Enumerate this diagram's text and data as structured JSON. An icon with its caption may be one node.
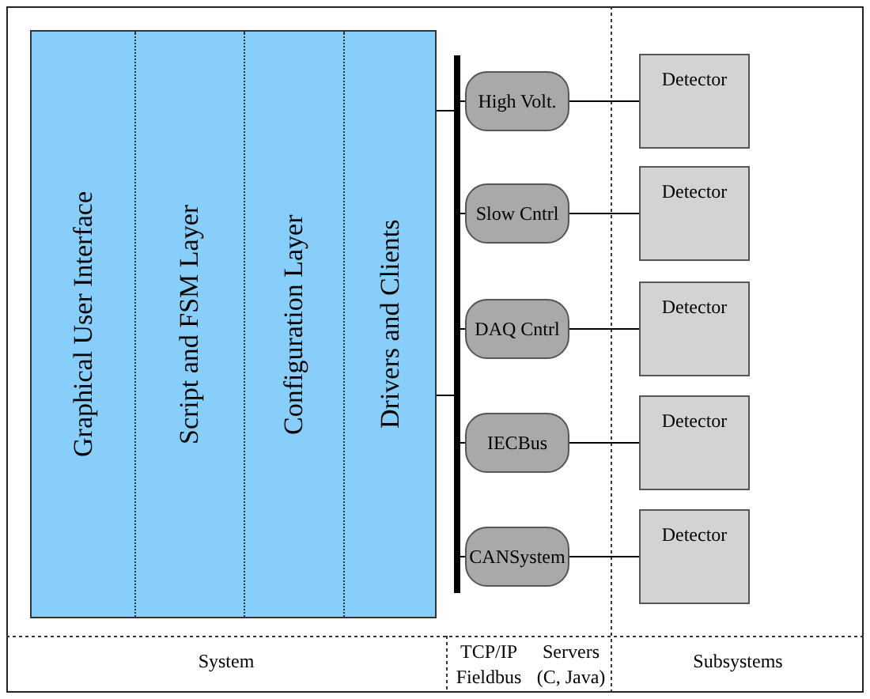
{
  "diagram": {
    "nodes": [
      {
        "text": [],
        "shape": "box"
      },
      {
        "text": [
          "Graphical User Interface"
        ],
        "in": 0
      },
      {
        "text": [
          "Script and FSM Layer"
        ],
        "in": 0
      },
      {
        "text": [
          "Configuration Layer"
        ],
        "in": 0
      },
      {
        "text": [
          "Drivers and Clients"
        ],
        "in": 0
      },
      {
        "text": [],
        "shape": "bar"
      },
      {
        "text": [
          "High Volt."
        ]
      },
      {
        "text": [
          "Slow Cntrl"
        ]
      },
      {
        "text": [
          "DAQ Cntrl"
        ]
      },
      {
        "text": [
          "IECBus"
        ]
      },
      {
        "text": [
          "CANSystem"
        ]
      },
      {
        "text": [
          "Detector"
        ]
      },
      {
        "text": [
          "Detector"
        ]
      },
      {
        "text": [
          "Detector"
        ]
      },
      {
        "text": [
          "Detector"
        ]
      },
      {
        "text": [
          "Detector"
        ]
      }
    ],
    "edges": [
      {
        "from": 0,
        "to": 5,
        "arrow": "none"
      },
      {
        "from": 4,
        "to": 5,
        "arrow": "none"
      },
      {
        "from": 5,
        "to": 6,
        "arrow": "none"
      },
      {
        "from": 5,
        "to": 7,
        "arrow": "none"
      },
      {
        "from": 5,
        "to": 8,
        "arrow": "none"
      },
      {
        "from": 5,
        "to": 9,
        "arrow": "none"
      },
      {
        "from": 5,
        "to": 10,
        "arrow": "none"
      },
      {
        "from": 6,
        "to": 11,
        "arrow": "none"
      },
      {
        "from": 7,
        "to": 12,
        "arrow": "none"
      },
      {
        "from": 8,
        "to": 13,
        "arrow": "none"
      },
      {
        "from": 9,
        "to": 14,
        "arrow": "none"
      },
      {
        "from": 10,
        "to": 15,
        "arrow": "none"
      }
    ],
    "labels": [
      "System",
      "TCP/IP Fieldbus",
      "Servers (C, Java)",
      "Subsystems"
    ]
  }
}
